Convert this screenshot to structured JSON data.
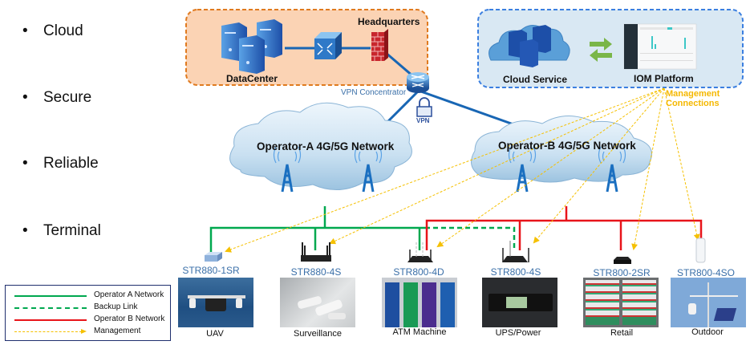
{
  "bullets": [
    "Cloud",
    "Secure",
    "Reliable",
    "Terminal"
  ],
  "headquarters": {
    "title": "Headquarters",
    "datacenter_label": "DataCenter",
    "vpn_concentrator_label": "VPN Concentrator",
    "vpn_lock_label": "VPN",
    "border_color": "#e07a1f",
    "fill_color": "#fbd3b4"
  },
  "cloud_box": {
    "cloud_service_label": "Cloud Service",
    "iom_platform_label": "IOM Platform",
    "border_color": "#3b7fe0",
    "fill_color": "#d9e8f3"
  },
  "management_label": [
    "Management",
    "Connections"
  ],
  "networks": {
    "operator_a": "Operator-A 4G/5G Network",
    "operator_b": "Operator-B 4G/5G Network"
  },
  "devices": [
    {
      "model": "STR880-1SR",
      "application": "UAV",
      "network": "Operator A"
    },
    {
      "model": "STR880-4S",
      "application": "Surveillance",
      "network": "Operator A"
    },
    {
      "model": "STR800-4D",
      "application": "ATM Machine",
      "network": "Operator A + Operator B"
    },
    {
      "model": "STR800-4S",
      "application": "UPS/Power",
      "network": "Operator B + Backup Link"
    },
    {
      "model": "STR800-2SR",
      "application": "Retail",
      "network": "Operator B"
    },
    {
      "model": "STR800-4SO",
      "application": "Outdoor",
      "network": "Operator B"
    }
  ],
  "legend": [
    {
      "label": "Operator A Network",
      "style": "solid",
      "color": "#00a84f"
    },
    {
      "label": "Backup Link",
      "style": "dashed",
      "color": "#00a84f"
    },
    {
      "label": "Operator B Network",
      "style": "solid",
      "color": "#e8141a"
    },
    {
      "label": "Management",
      "style": "dotted-arrow",
      "color": "#f5c000"
    }
  ],
  "colors": {
    "operator_a": "#00a84f",
    "operator_b": "#e8141a",
    "management": "#f5c000",
    "backbone": "#1866b4",
    "device_label": "#3a6fa8"
  }
}
